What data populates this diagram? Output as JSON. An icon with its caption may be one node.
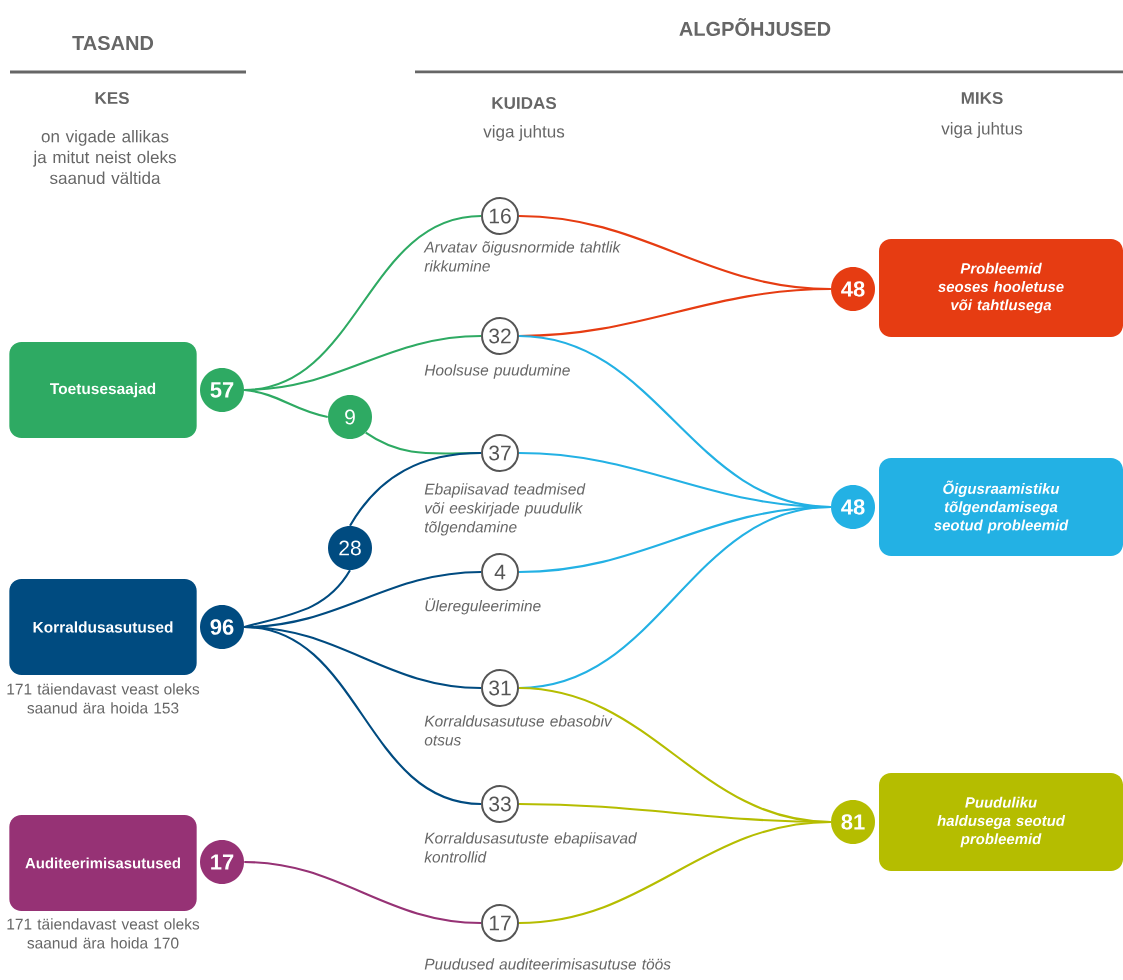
{
  "diagram": {
    "nodes": [
      {
        "text": [
          "Toetusesaajad"
        ]
      },
      {
        "text": [
          "57"
        ]
      },
      {
        "text": [
          "Korraldusasutused"
        ],
        "beside": [
          "171 täiendavast veast oleks saanud ära hoida 153"
        ]
      },
      {
        "text": [
          "96"
        ]
      },
      {
        "text": [
          "Auditeerimisasutused"
        ],
        "beside": [
          "171 täiendavast veast oleks saanud ära hoida 170"
        ]
      },
      {
        "text": [
          "17"
        ]
      },
      {
        "text": [
          "9"
        ]
      },
      {
        "text": [
          "28"
        ]
      },
      {
        "text": [
          "16"
        ],
        "beside": [
          "Arvatav õigusnormide tahtlik rikkumine"
        ]
      },
      {
        "text": [
          "32"
        ],
        "beside": [
          "Hoolsuse puudumine"
        ]
      },
      {
        "text": [
          "37"
        ],
        "beside": [
          "Ebapiisavad teadmised või eeskirjade puudulik tõlgendamine"
        ]
      },
      {
        "text": [
          "4"
        ],
        "beside": [
          "Ülereguleerimine"
        ]
      },
      {
        "text": [
          "31"
        ],
        "beside": [
          "Korraldusasutuse ebasobiv otsus"
        ]
      },
      {
        "text": [
          "33"
        ],
        "beside": [
          "Korraldusasutuste ebapiisavad kontrollid"
        ]
      },
      {
        "text": [
          "17"
        ],
        "beside": [
          "Puudused auditeerimisasutuse töös"
        ]
      },
      {
        "text": [
          "Probleemid seoses hooletuse või tahtlusega"
        ]
      },
      {
        "text": [
          "48"
        ]
      },
      {
        "text": [
          "Õigusraamistiku tõlgendamisega seotud probleemid"
        ]
      },
      {
        "text": [
          "48"
        ]
      },
      {
        "text": [
          "Puuduliku haldusega seotud probleemid"
        ]
      },
      {
        "text": [
          "81"
        ]
      }
    ],
    "edges": [
      {
        "from": 1,
        "to": 8,
        "arrow": "none",
        "color": "#2eaa63"
      },
      {
        "from": 1,
        "to": 9,
        "arrow": "none",
        "color": "#2eaa63"
      },
      {
        "from": 1,
        "to": 6,
        "arrow": "none",
        "color": "#2eaa63"
      },
      {
        "from": 6,
        "to": 10,
        "arrow": "none",
        "color": "#2eaa63"
      },
      {
        "from": 3,
        "to": 7,
        "arrow": "none",
        "color": "#004b80"
      },
      {
        "from": 7,
        "to": 10,
        "arrow": "none",
        "color": "#004b80"
      },
      {
        "from": 3,
        "to": 11,
        "arrow": "none",
        "color": "#004b80"
      },
      {
        "from": 3,
        "to": 12,
        "arrow": "none",
        "color": "#004b80"
      },
      {
        "from": 3,
        "to": 13,
        "arrow": "none",
        "color": "#004b80"
      },
      {
        "from": 5,
        "to": 14,
        "arrow": "none",
        "color": "#963275"
      },
      {
        "from": 8,
        "to": 16,
        "arrow": "none",
        "color": "#e63c12"
      },
      {
        "from": 9,
        "to": 16,
        "arrow": "none",
        "color": "#e63c12"
      },
      {
        "from": 9,
        "to": 18,
        "arrow": "none",
        "color": "#23b1e4"
      },
      {
        "from": 10,
        "to": 18,
        "arrow": "none",
        "color": "#23b1e4"
      },
      {
        "from": 11,
        "to": 18,
        "arrow": "none",
        "color": "#23b1e4"
      },
      {
        "from": 12,
        "to": 18,
        "arrow": "none",
        "color": "#23b1e4"
      },
      {
        "from": 12,
        "to": 20,
        "arrow": "none",
        "color": "#b5bd00"
      },
      {
        "from": 13,
        "to": 20,
        "arrow": "none",
        "color": "#b5bd00"
      },
      {
        "from": 14,
        "to": 20,
        "arrow": "none",
        "color": "#b5bd00"
      }
    ],
    "labels": [
      "TASAND",
      "ALGPÕHJUSED",
      "KES",
      "on vigade allikas ja mitut neist oleks saanud vältida",
      "KUIDAS",
      "viga juhtus",
      "MIKS",
      "viga juhtus"
    ]
  }
}
